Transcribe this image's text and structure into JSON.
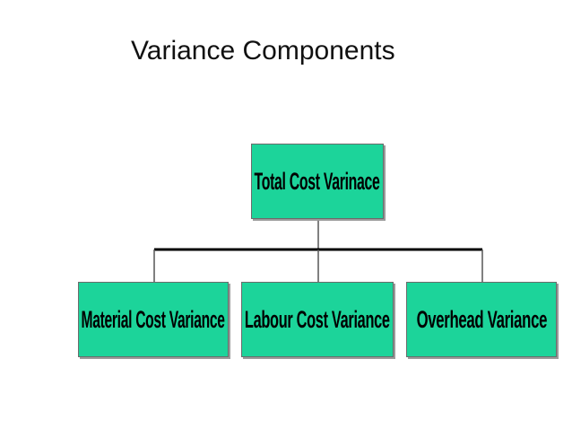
{
  "slide": {
    "title": "Variance Components"
  },
  "diagram": {
    "root": {
      "label": "Total Cost Varinace"
    },
    "children": [
      {
        "label": "Material Cost Variance"
      },
      {
        "label": "Labour Cost Variance"
      },
      {
        "label": "Overhead Variance"
      }
    ],
    "node_fill": "#1cd49a",
    "node_border": "#6b6b6b",
    "line_color": "#000000"
  }
}
